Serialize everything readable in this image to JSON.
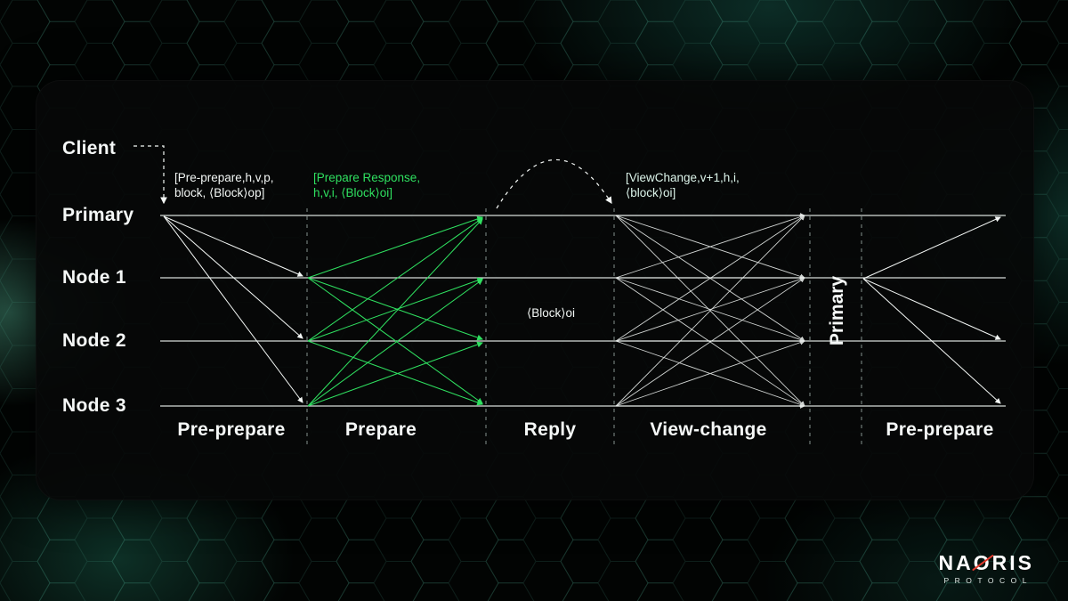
{
  "diagram": {
    "rows": [
      {
        "label": "Client"
      },
      {
        "label": "Primary"
      },
      {
        "label": "Node 1"
      },
      {
        "label": "Node 2"
      },
      {
        "label": "Node 3"
      }
    ],
    "phases": [
      {
        "label": "Pre-prepare"
      },
      {
        "label": "Prepare"
      },
      {
        "label": "Reply"
      },
      {
        "label": "View-change"
      },
      {
        "label": "Pre-prepare"
      }
    ],
    "messages": {
      "pre_prepare": [
        "[Pre-prepare,h,v,p,",
        "block, ⟨Block⟩op]"
      ],
      "prepare": [
        "[Prepare Response,",
        "h,v,i, ⟨Block⟩oi]"
      ],
      "reply": "⟨Block⟩oi",
      "view_change": [
        "[ViewChange,v+1,h,i,",
        "⟨block⟩oi]"
      ]
    },
    "new_primary_label": "Primary"
  },
  "colors": {
    "accent_green": "#2fe060",
    "line_white": "#f4f8f6",
    "panel_bg": "#060808",
    "teal_glow": "#1e6e5f",
    "logo_red": "#e23b2e"
  },
  "logo": {
    "name_prefix": "NA",
    "name_o": "O",
    "name_suffix": "RIS",
    "subtitle": "PROTOCOL"
  }
}
